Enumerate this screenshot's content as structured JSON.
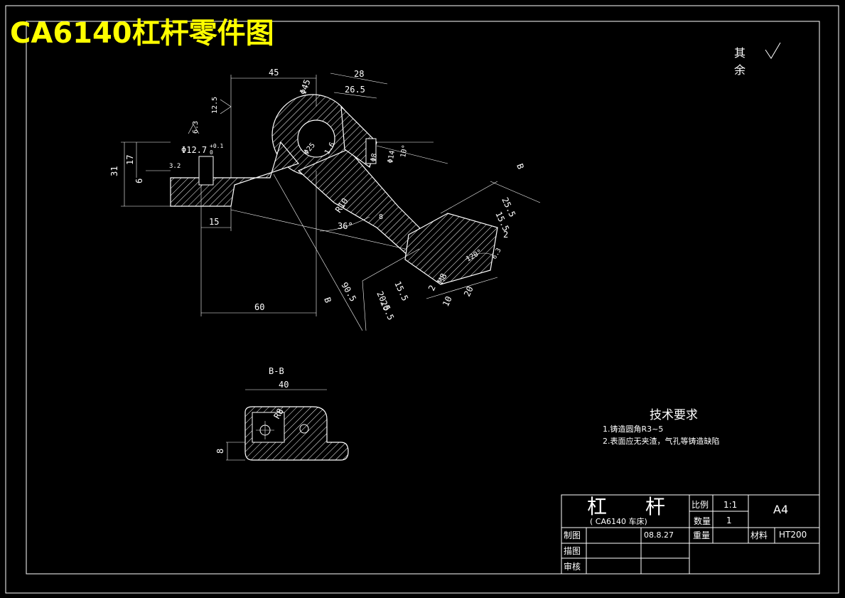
{
  "title": "CA6140杠杆零件图",
  "roughness_note": {
    "line1": "其",
    "line2": "余"
  },
  "dimensions": {
    "d45": "45",
    "d28": "28",
    "d26_5": "26.5",
    "phi45": "Φ45",
    "r12_5": "12.5",
    "r6_3a": "6.3",
    "phi12_7": "Φ12.7",
    "tol_plus": "+0.1",
    "tol_zero": "0",
    "d31": "31",
    "d17": "17",
    "d6": "6",
    "r3_2": "3.2",
    "d15a": "15",
    "phi25": "Φ25",
    "d1_6": "1.6",
    "phi8": "Φ8",
    "phi14": "Φ14",
    "ang10": "10°",
    "r10": "R10",
    "ang36": "36°",
    "d8": "8",
    "d90_5": "90.5",
    "d60": "60",
    "d25_5": "25.5",
    "d15_5a": "15.5",
    "d2a": "2",
    "ang120": "120°",
    "r6_3b": "6.3",
    "d20_5a": "20.5",
    "d15_5b": "15.5",
    "d20_5b": "20.5",
    "d2b": "2",
    "m8": "M8",
    "d10": "10",
    "d20": "20",
    "sec_b1": "B",
    "sec_b2": "B"
  },
  "section": {
    "title": "B-B",
    "d40": "40",
    "r8": "R8",
    "d8": "8"
  },
  "tech": {
    "heading": "技术要求",
    "item1": "1.铸造圆角R3~5",
    "item2": "2.表面应无夹渣，气孔等铸造缺陷"
  },
  "titleblock": {
    "part_name_a": "杠",
    "part_name_b": "杆",
    "subtitle": "( CA6140 车床)",
    "scale_label": "比例",
    "scale_value": "1:1",
    "qty_label": "数量",
    "qty_value": "1",
    "size": "A4",
    "drawn_label": "制图",
    "drawn_date": "08.8.27",
    "weight_label": "重量",
    "material_label": "材料",
    "material_value": "HT200",
    "trace_label": "描图",
    "check_label": "审核"
  }
}
